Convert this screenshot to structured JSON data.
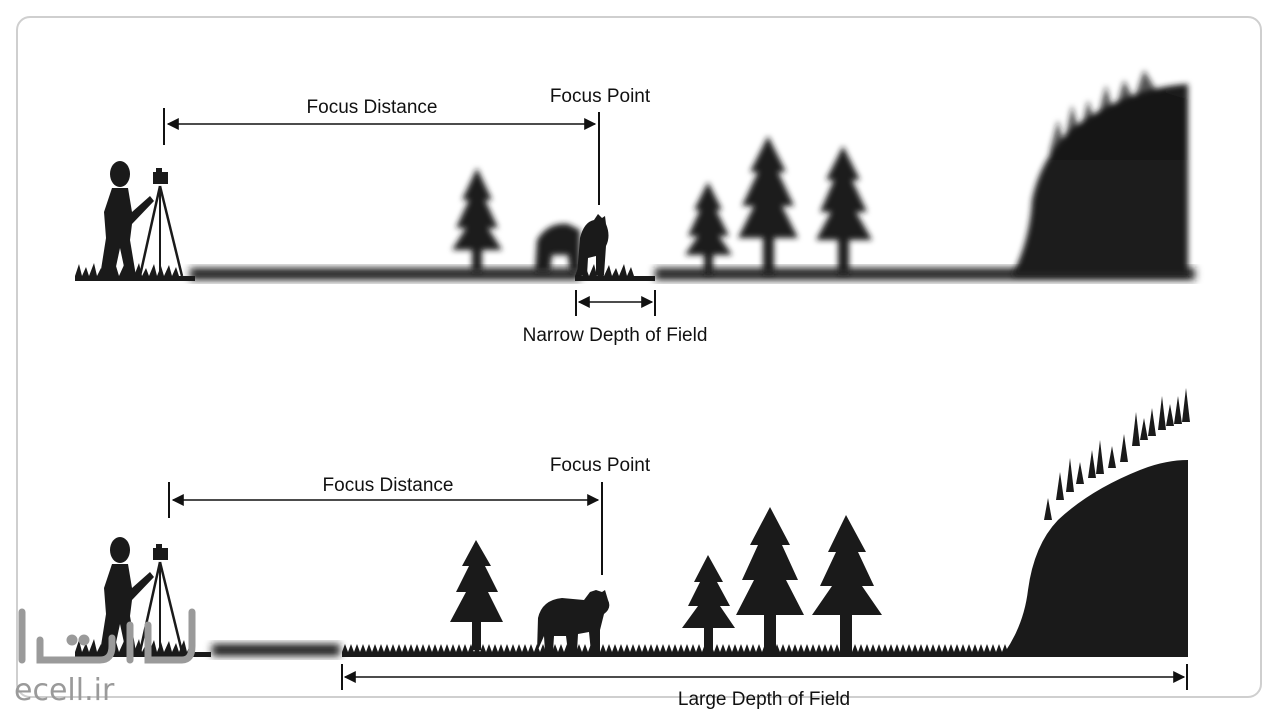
{
  "colors": {
    "silhouette": "#1a1a1a",
    "frame": "#cfcfcf",
    "watermark": "#9a9a9a"
  },
  "narrow_panel": {
    "focus_distance_label": "Focus Distance",
    "focus_point_label": "Focus Point",
    "depth_of_field_label": "Narrow Depth of Field"
  },
  "large_panel": {
    "focus_distance_label": "Focus Distance",
    "focus_point_label": "Focus Point",
    "depth_of_field_label": "Large Depth of Field"
  },
  "watermark": {
    "text": "ecell.ir",
    "logo": "ecell-logo"
  }
}
